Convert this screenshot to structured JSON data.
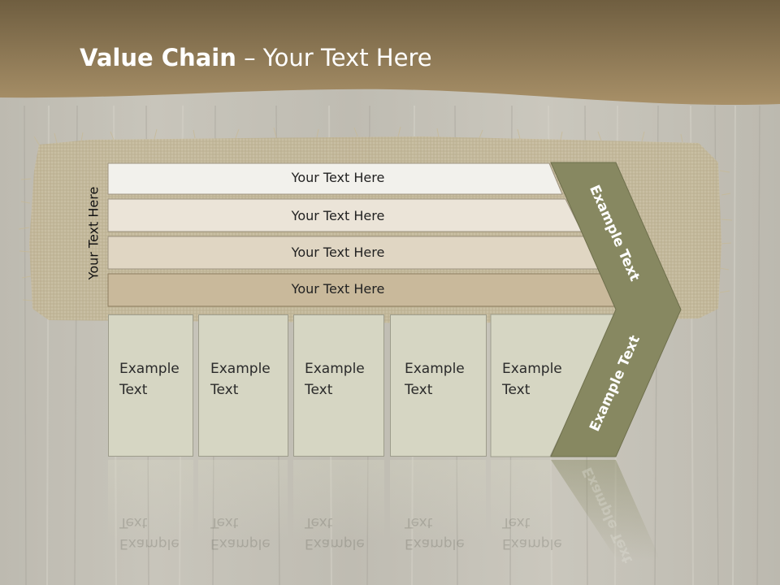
{
  "title": {
    "bold": "Value Chain",
    "rest": " – Your Text Here"
  },
  "side_label": "Your Text Here",
  "bars": [
    {
      "label": "Your Text Here",
      "color": "#f2f1ec"
    },
    {
      "label": "Your Text Here",
      "color": "#ebe4d8"
    },
    {
      "label": "Your Text Here",
      "color": "#e0d6c3"
    },
    {
      "label": "Your Text Here",
      "color": "#c9b99b"
    }
  ],
  "cells": [
    {
      "text": "Example\nText"
    },
    {
      "text": "Example\nText"
    },
    {
      "text": "Example\nText"
    },
    {
      "text": "Example\nText"
    },
    {
      "text": "Example\nText"
    }
  ],
  "chevron": {
    "upper": "Example Text",
    "lower": "Example Text",
    "color": "#878861"
  },
  "colors": {
    "header": "#8f7b55",
    "cell": "#d6d6c3",
    "burlap": "#cbbf9f"
  }
}
